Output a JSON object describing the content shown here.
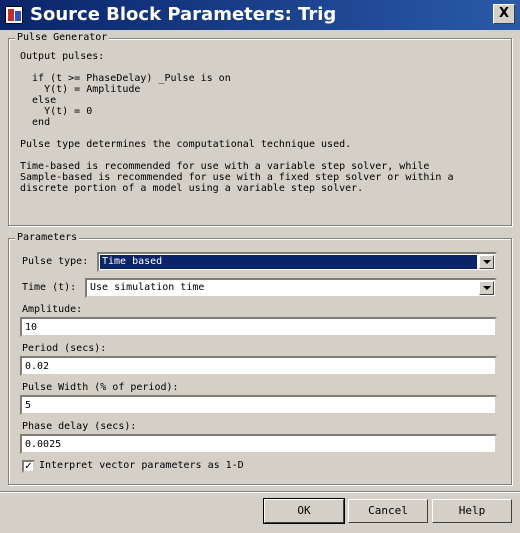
{
  "window": {
    "title": "Source Block Parameters: Trig",
    "close_label": "X"
  },
  "pulse_generator": {
    "legend": "Pulse Generator",
    "description": "Output pulses:\n\n  if (t >= PhaseDelay) _Pulse is on\n    Y(t) = Amplitude\n  else\n    Y(t) = 0\n  end\n\nPulse type determines the computational technique used.\n\nTime-based is recommended for use with a variable step solver, while\nSample-based is recommended for use with a fixed step solver or within a\ndiscrete portion of a model using a variable step solver."
  },
  "parameters": {
    "legend": "Parameters",
    "pulse_type": {
      "label": "Pulse type:",
      "value": "Time based"
    },
    "time": {
      "label": "Time (t):",
      "value": "Use simulation time"
    },
    "amplitude": {
      "label": "Amplitude:",
      "value": "10"
    },
    "period": {
      "label": "Period (secs):",
      "value": "0.02"
    },
    "pulse_width": {
      "label": "Pulse Width (% of period):",
      "value": "5"
    },
    "phase_delay": {
      "label": "Phase delay (secs):",
      "value": "0.0025"
    },
    "interpret": {
      "label": "Interpret vector parameters as 1-D",
      "checked": true,
      "mark": "✓"
    }
  },
  "buttons": {
    "ok": "OK",
    "cancel": "Cancel",
    "help": "Help"
  }
}
